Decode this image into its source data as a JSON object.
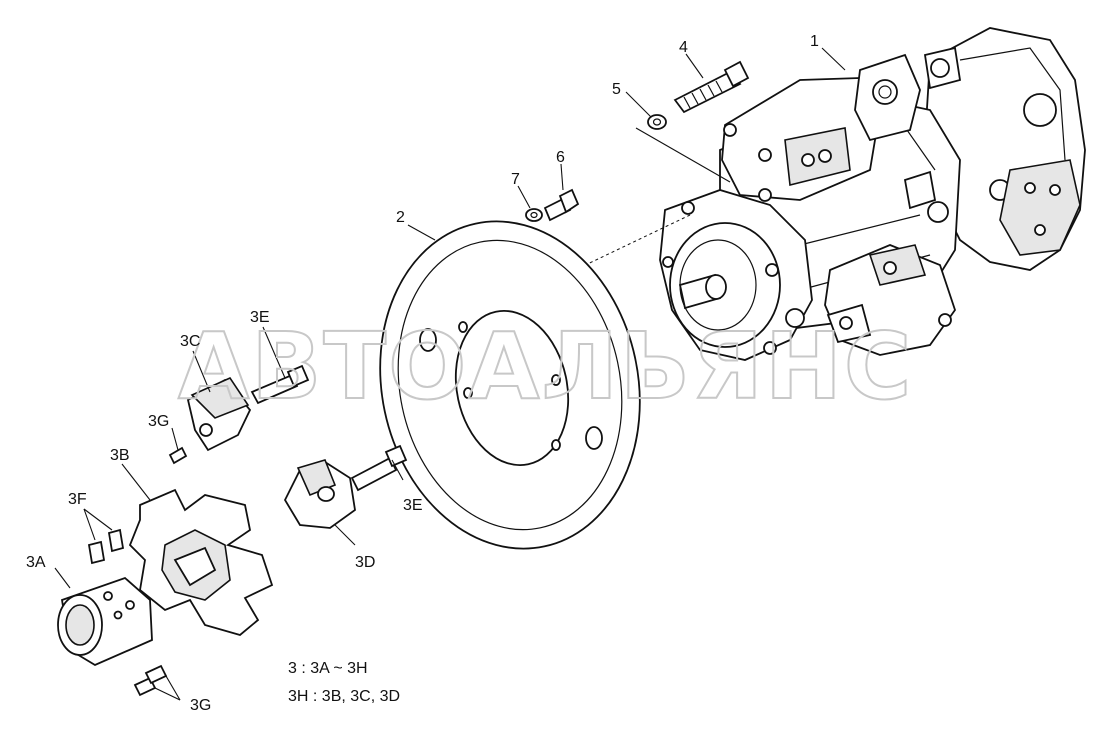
{
  "watermark": "АВТОАЛЬЯНС",
  "callouts": {
    "c1": "1",
    "c2": "2",
    "c4": "4",
    "c5": "5",
    "c6": "6",
    "c7": "7",
    "c3A": "3A",
    "c3B": "3B",
    "c3C": "3C",
    "c3D": "3D",
    "c3E_top": "3E",
    "c3E_bottom": "3E",
    "c3F": "3F",
    "c3G_top": "3G",
    "c3G_bottom": "3G"
  },
  "notes": {
    "line1": "3 : 3A ~ 3H",
    "line2": "3H : 3B, 3C, 3D"
  }
}
